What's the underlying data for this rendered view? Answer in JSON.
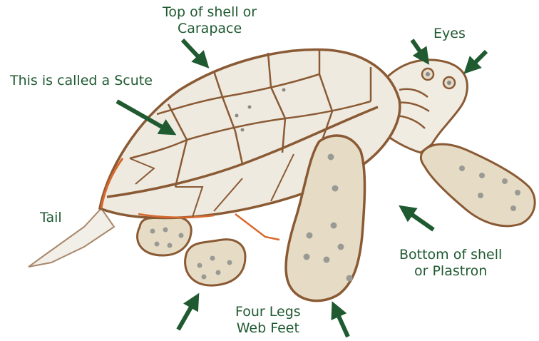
{
  "labels": {
    "carapace": [
      "Top of shell or",
      "Carapace"
    ],
    "eyes": "Eyes",
    "scute": "This is called a Scute",
    "tail": "Tail",
    "plastron": [
      "Bottom of shell",
      "or Plastron"
    ],
    "legs": [
      "Four Legs",
      "Web Feet"
    ]
  },
  "colors": {
    "label_text": "#1f5a31",
    "arrow": "#1f5a31",
    "outline": "#8a5a34",
    "skin_fill": "#e6dcc6",
    "shell_fill": "#efeae0",
    "shell_rim": "#d8692e",
    "spot": "#9a9a95"
  }
}
